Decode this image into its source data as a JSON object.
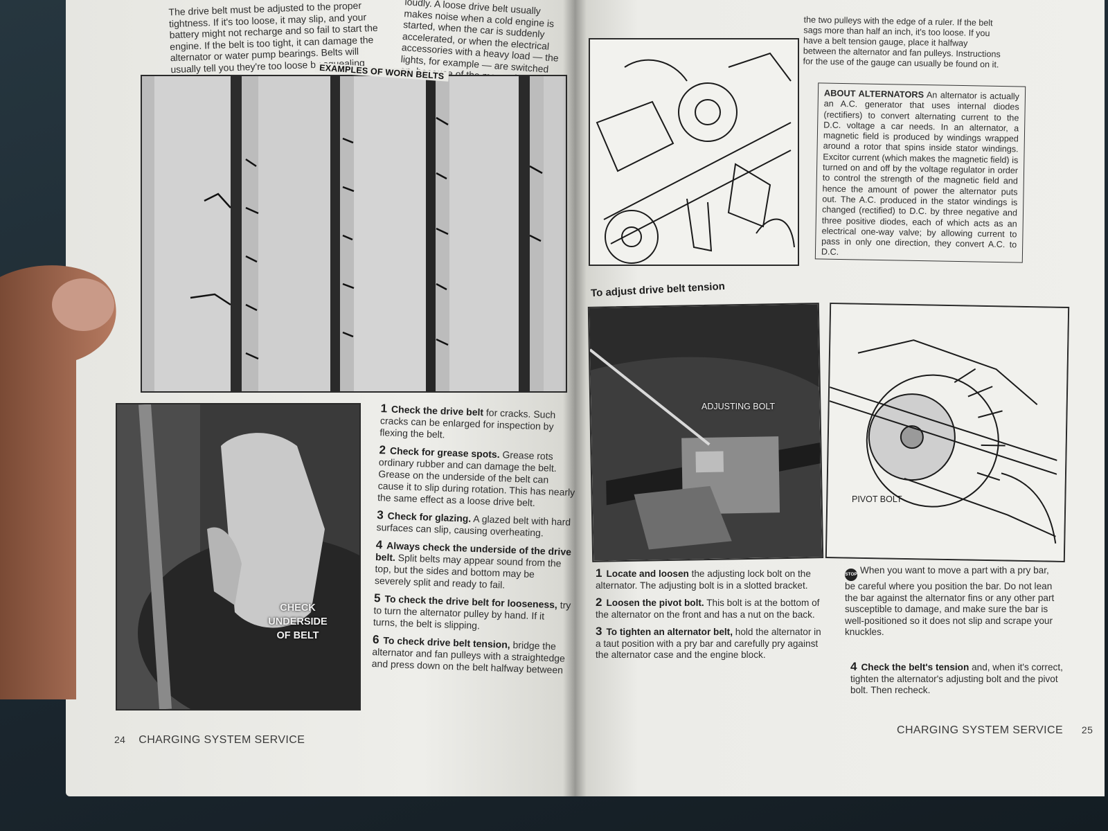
{
  "left_page": {
    "intro_col1": "The drive belt must be adjusted to the proper tightness. If it's too loose, it may slip, and your battery might not recharge and so fail to start the engine. If the belt is too tight, it can damage the alternator or water pump bearings. Belts will usually tell you they're too loose by squealing",
    "intro_col2": "loudly. A loose drive belt usually makes noise when a cold engine is started, when the car is suddenly accelerated, or when the electrical accessories with a heavy load — the lights, for example — are switched on, because of the magnetic drag in the alternator.",
    "worn_belts_title": "EXAMPLES OF WORN BELTS",
    "photo_label": "CHECK UNDERSIDE OF BELT",
    "steps": [
      {
        "num": "1",
        "title": "Check the drive belt",
        "text": " for cracks. Such cracks can be enlarged for inspection by flexing the belt."
      },
      {
        "num": "2",
        "title": "Check for grease spots.",
        "text": " Grease rots ordinary rubber and can damage the belt. Grease on the underside of the belt can cause it to slip during rotation. This has nearly the same effect as a loose drive belt."
      },
      {
        "num": "3",
        "title": "Check for glazing.",
        "text": " A glazed belt with hard surfaces can slip, causing overheating."
      },
      {
        "num": "4",
        "title": "Always check the underside of the drive belt.",
        "text": " Split belts may appear sound from the top, but the sides and bottom may be severely split and ready to fail."
      },
      {
        "num": "5",
        "title": "To check the drive belt for looseness,",
        "text": " try to turn the alternator pulley by hand. If it turns, the belt is slipping."
      },
      {
        "num": "6",
        "title": "To check drive belt tension,",
        "text": " bridge the alternator and fan pulleys with a straightedge and press down on the belt halfway between"
      }
    ],
    "page_number": "24",
    "footer_title": "CHARGING SYSTEM SERVICE"
  },
  "right_page": {
    "top_text": "the two pulleys with the edge of a ruler. If the belt sags more than half an inch, it's too loose. If you have a belt tension gauge, place it halfway between the alternator and fan pulleys. Instructions for the use of the gauge can usually be found on it.",
    "sidebar_title": "ABOUT ALTERNATORS",
    "sidebar_text": " An alternator is actually an A.C. generator that uses internal diodes (rectifiers) to convert alternating current to the D.C. voltage a car needs. In an alternator, a magnetic field is produced by windings wrapped around a rotor that spins inside stator windings. Excitor current (which makes the magnetic field) is turned on and off by the voltage regulator in order to control the strength of the magnetic field and hence the amount of power the alternator puts out. The A.C. produced in the stator windings is changed (rectified) to D.C. by three negative and three positive diodes, each of which acts as an electrical one-way valve; by allowing current to pass in only one direction, they convert A.C. to D.C.",
    "section_heading": "To adjust drive belt tension",
    "adjusting_bolt_label": "ADJUSTING BOLT",
    "pivot_bolt_label": "PIVOT BOLT",
    "steps": [
      {
        "num": "1",
        "title": "Locate and loosen",
        "text": " the adjusting lock bolt on the alternator. The adjusting bolt is in a slotted bracket."
      },
      {
        "num": "2",
        "title": "Loosen the pivot bolt.",
        "text": " This bolt is at the bottom of the alternator on the front and has a nut on the back."
      },
      {
        "num": "3",
        "title": "To tighten an alternator belt,",
        "text": " hold the alternator in a taut position with a pry bar and carefully pry against the alternator case and the engine block."
      }
    ],
    "stop_icon_text": "STOP",
    "caution_text": "When you want to move a part with a pry bar, be careful where you position the bar. Do not lean the bar against the alternator fins or any other part susceptible to damage, and make sure the bar is well-positioned so it does not slip and scrape your knuckles.",
    "step4": {
      "num": "4",
      "title": "Check the belt's tension",
      "text": " and, when it's correct, tighten the alternator's adjusting bolt and the pivot bolt. Then recheck."
    },
    "footer_title": "CHARGING SYSTEM SERVICE",
    "page_number": "25"
  }
}
